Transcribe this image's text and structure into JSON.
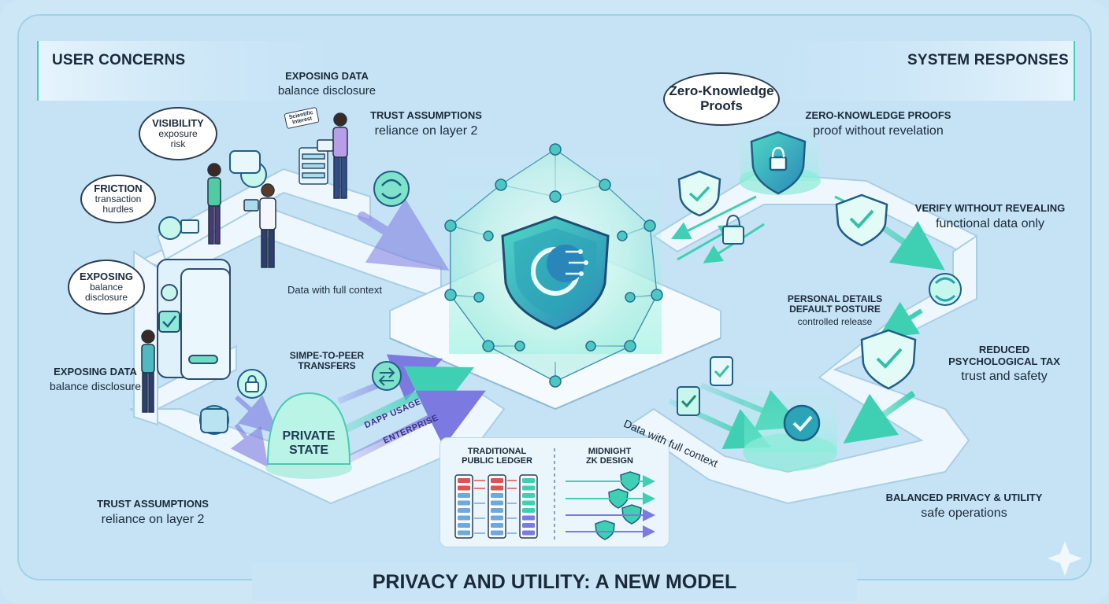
{
  "headers": {
    "left": "USER CONCERNS",
    "right": "SYSTEM RESPONSES"
  },
  "footer": {
    "title": "PRIVACY AND UTILITY: A NEW MODEL"
  },
  "bubbles": {
    "visibility": {
      "title": "VISIBILITY",
      "sub1": "exposure",
      "sub2": "risk"
    },
    "friction": {
      "title": "FRICTION",
      "sub1": "transaction",
      "sub2": "hurdles"
    },
    "exposing": {
      "title": "EXPOSING",
      "sub1": "balance",
      "sub2": "disclosure"
    },
    "zk": {
      "line1": "Zero-Knowledge",
      "line2": "Proofs"
    }
  },
  "labels": {
    "exposing_top": {
      "title": "EXPOSING DATA",
      "sub": "balance disclosure"
    },
    "trust_top": {
      "title": "TRUST ASSUMPTIONS",
      "sub": "reliance on layer 2"
    },
    "exposing_mid": {
      "title": "EXPOSING DATA",
      "sub": "balance disclosure"
    },
    "trust_bottom": {
      "title": "TRUST ASSUMPTIONS",
      "sub": "reliance on layer 2"
    },
    "zkp": {
      "title": "ZERO-KNOWLEDGE PROOFS",
      "sub": "proof without revelation"
    },
    "verify": {
      "title": "VERIFY WITHOUT REVEALING",
      "sub": "functional data only"
    },
    "personal": {
      "title1": "PERSONAL DETAILS",
      "title2": "DEFAULT POSTURE",
      "sub": "controlled release"
    },
    "reduced": {
      "title1": "REDUCED",
      "title2": "PSYCHOLOGICAL TAX",
      "sub": "trust and safety"
    },
    "balanced": {
      "title": "BALANCED PRIVACY & UTILITY",
      "sub": "safe operations"
    },
    "data_context_left": "Data with full context",
    "data_context_right": "Data with full context",
    "transfers1": "SIMPE-TO-PEER",
    "transfers2": "TRANSFERS",
    "private1": "PRIVATE",
    "private2": "STATE",
    "dapp": "DAPP USAGE",
    "enterprise": "ENTERPRISE",
    "screen1": "Scientific",
    "screen2": "Interest"
  },
  "legend": {
    "left1": "TRADITIONAL",
    "left2": "PUBLIC LEDGER",
    "right1": "MIDNIGHT",
    "right2": "ZK DESIGN"
  },
  "colors": {
    "background": "#c6e3f6",
    "platform": "#eef7fd",
    "teal": "#3fd0b4",
    "accent_dark": "#1f5f86",
    "arrow_purple": "#7c7ae0",
    "alert_red": "#e0514f"
  }
}
